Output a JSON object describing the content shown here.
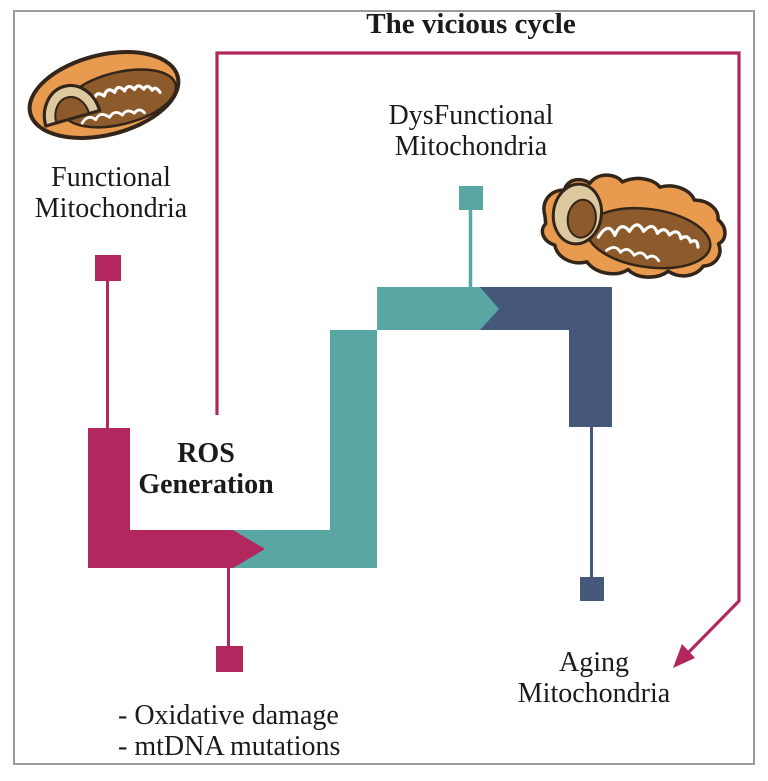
{
  "figure": {
    "title": "The vicious cycle",
    "nodes": {
      "functional": {
        "line1": "Functional",
        "line2": "Mitochondria"
      },
      "dysfunctional": {
        "line1": "DysFunctional",
        "line2": "Mitochondria"
      },
      "ros": {
        "line1": "ROS",
        "line2": "Generation"
      },
      "aging": {
        "line1": "Aging",
        "line2": "Mitochondria"
      }
    },
    "bullets": [
      "- Oxidative damage",
      "- mtDNA mutations"
    ]
  },
  "colors": {
    "crimson": "#B2275E",
    "teal": "#58A7A2",
    "slate": "#46587A",
    "border_gray": "#9B9B9B",
    "text": "#1B1B1B",
    "mito_orange": "#E89A4F",
    "mito_brown": "#8D5B2B",
    "mito_cream": "#DCC9A0",
    "mito_outline": "#33251A",
    "cristae_white": "#FFFFFF"
  }
}
